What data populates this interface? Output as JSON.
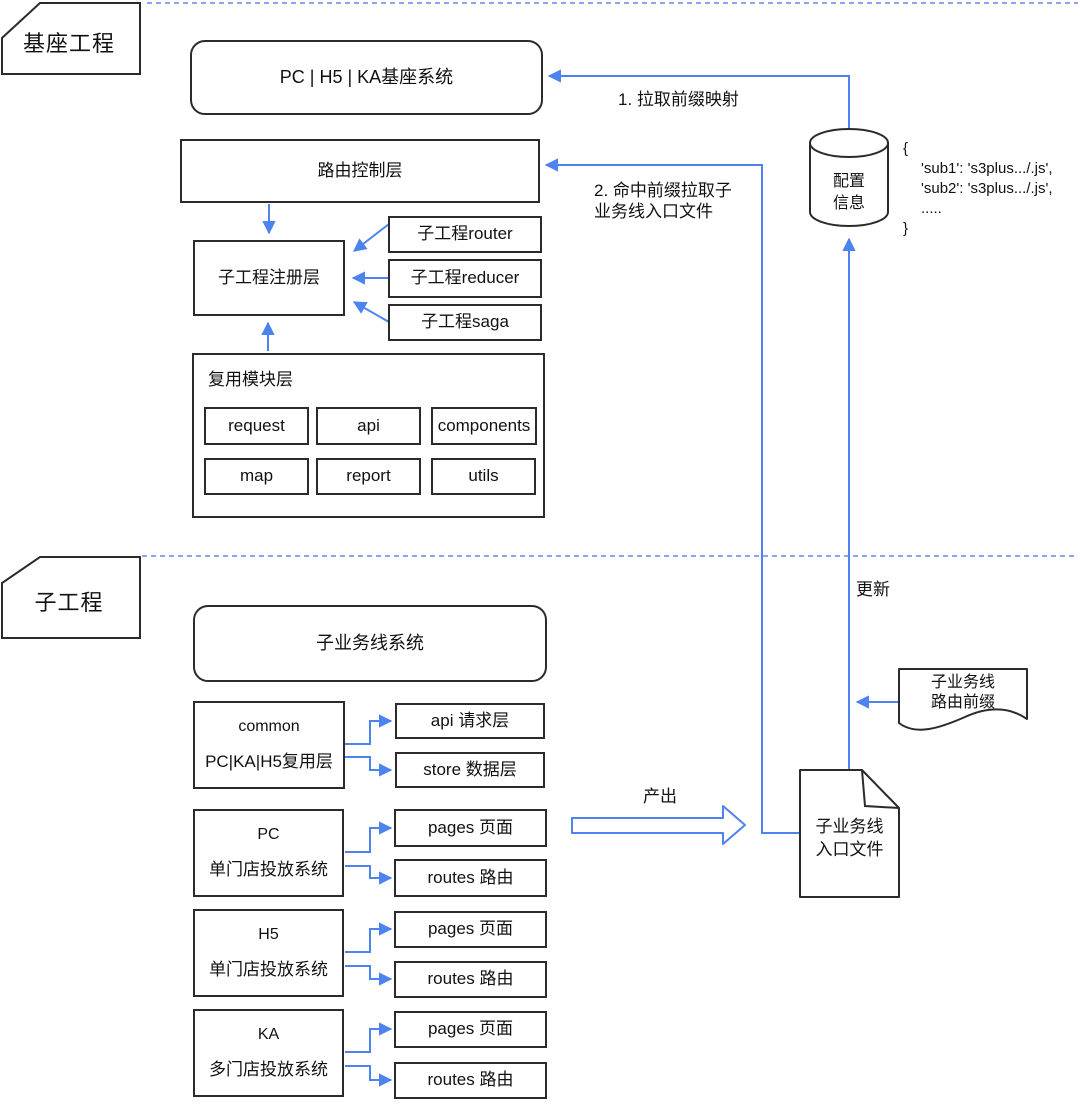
{
  "diagram": {
    "colors": {
      "arrow_blue": "#4c83ef",
      "dashed_blue": "#7f97ef",
      "shape_border": "#2b2b2b"
    },
    "base_section": {
      "tag": "基座工程",
      "platform_box": "PC | H5 | KA基座系统",
      "route_layer_box": "路由控制层",
      "register_layer_box": "子工程注册层",
      "feature_boxes": {
        "router": "子工程router",
        "reducer": "子工程reducer",
        "saga": "子工程saga"
      },
      "reuse_layer": {
        "title": "复用模块层",
        "modules": [
          "request",
          "api",
          "components",
          "map",
          "report",
          "utils"
        ]
      }
    },
    "config_store": {
      "label_line1": "配置",
      "label_line2": "信息",
      "json_lines": [
        "{",
        "'sub1': 's3plus.../.js',",
        "'sub2': 's3plus.../.js',",
        ".....",
        "}"
      ]
    },
    "labels": {
      "pull_prefix": "1. 拉取前缀映射",
      "hit_prefix_line1": "2. 命中前缀拉取子",
      "hit_prefix_line2": "业务线入口文件",
      "update": "更新",
      "output": "产出"
    },
    "sub_section": {
      "tag": "子工程",
      "system_box": "子业务线系统",
      "rows": [
        {
          "name": "common",
          "subtitle": "PC|KA|H5复用层",
          "targets": [
            "api 请求层",
            "store 数据层"
          ]
        },
        {
          "name": "PC",
          "subtitle": "单门店投放系统",
          "targets": [
            "pages 页面",
            "routes 路由"
          ]
        },
        {
          "name": "H5",
          "subtitle": "单门店投放系统",
          "targets": [
            "pages 页面",
            "routes 路由"
          ]
        },
        {
          "name": "KA",
          "subtitle": "多门店投放系统",
          "targets": [
            "pages 页面",
            "routes 路由"
          ]
        }
      ],
      "entry_doc": {
        "line1": "子业务线",
        "line2": "入口文件"
      },
      "prefix_doc": {
        "line1": "子业务线",
        "line2": "路由前缀"
      }
    }
  }
}
